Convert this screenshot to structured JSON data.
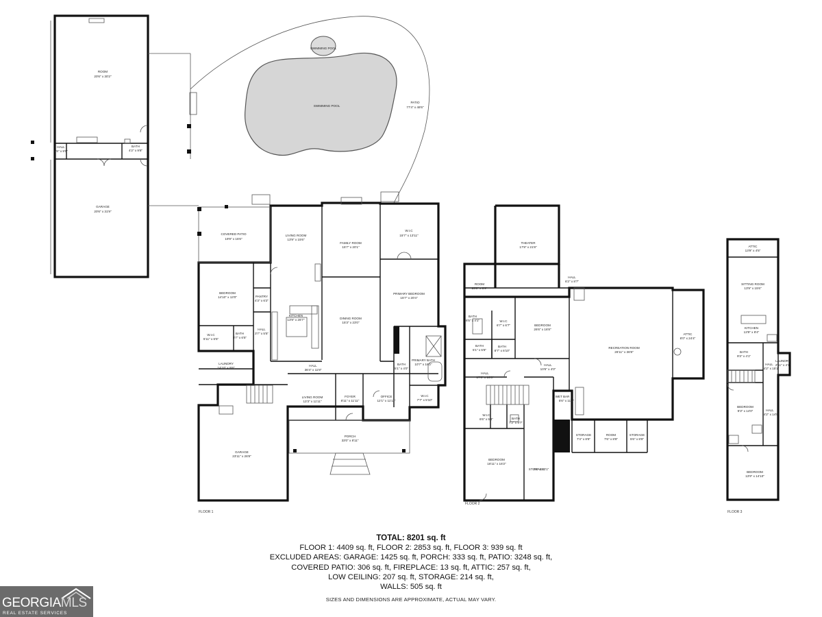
{
  "rooms_detached": {
    "room": {
      "name": "ROOM",
      "dims": "20'6\" x 30'2\""
    },
    "hall": {
      "name": "HALL",
      "dims": "4'6\" x 9'9\""
    },
    "bath": {
      "name": "BATH",
      "dims": "4'2\" x 9'8\""
    },
    "garage": {
      "name": "GARAGE",
      "dims": "20'6\" x 31'9\""
    }
  },
  "rooms_outdoor": {
    "pool_spa": {
      "name": "SWIMMING POOL"
    },
    "pool_main": {
      "name": "SWIMMING POOL"
    },
    "patio": {
      "name": "PATIO",
      "dims": "77'4\" x 48'6\""
    }
  },
  "floor1": {
    "label": "FLOOR 1",
    "covered_patio": {
      "name": "COVERED PATIO",
      "dims": "19'9\" x 15'6\""
    },
    "living_room": {
      "name": "LIVING ROOM",
      "dims": "13'9\" x 15'6\""
    },
    "family_room": {
      "name": "FAMILY ROOM",
      "dims": "15'7\" x 20'1\""
    },
    "wic_top": {
      "name": "W.I.C",
      "dims": "15'7\" x 13'11\""
    },
    "bedroom": {
      "name": "BEDROOM",
      "dims": "14'10\" x 13'0\""
    },
    "pantry": {
      "name": "PANTRY",
      "dims": "4'3\" x 6'2\""
    },
    "kitchen": {
      "name": "KITCHEN",
      "dims": "13'9\" x 26'7\""
    },
    "dining_room": {
      "name": "DINING ROOM",
      "dims": "15'3\" x 23'0\""
    },
    "primary_bedroom": {
      "name": "PRIMARY BEDROOM",
      "dims": "15'7\" x 20'4\""
    },
    "wic_bed": {
      "name": "W.I.C",
      "dims": "5'11\" x 6'5\""
    },
    "bath_bed": {
      "name": "BATH",
      "dims": "8'7\" x 6'5\""
    },
    "hall_small": {
      "name": "HALL",
      "dims": "3'7\" x 5'5\""
    },
    "laundry": {
      "name": "LAUNDRY",
      "dims": "14'10\" x 9'8\""
    },
    "hall": {
      "name": "HALL",
      "dims": "36'4\" x 11'8\""
    },
    "bath_right": {
      "name": "BATH",
      "dims": "5'1\" x 4'0\""
    },
    "primary_bath": {
      "name": "PRIMARY BATH",
      "dims": "10'7\" x 16'2\""
    },
    "living_room2": {
      "name": "LIVING ROOM",
      "dims": "13'3\" x 11'11\""
    },
    "foyer": {
      "name": "FOYER",
      "dims": "8'11\" x 11'11\""
    },
    "office": {
      "name": "OFFICE",
      "dims": "12'1\" x 11'11\""
    },
    "wic_right": {
      "name": "W.I.C",
      "dims": "7'7\" x 5'10\""
    },
    "porch": {
      "name": "PORCH",
      "dims": "33'0\" x 8'11\""
    },
    "garage": {
      "name": "GARAGE",
      "dims": "23'11\" x 26'8\""
    }
  },
  "floor2": {
    "label": "FLOOR 2",
    "theater": {
      "name": "THEATER",
      "dims": "17'8\" x 21'8\""
    },
    "room_top": {
      "name": "ROOM",
      "dims": "23'0\" x 8'9\""
    },
    "hall_top": {
      "name": "HALL",
      "dims": "6'2\" x 8'7\""
    },
    "bath1": {
      "name": "BATH",
      "dims": "6'5\" x 4'1\""
    },
    "wic1": {
      "name": "W.I.C",
      "dims": "6'7\" x 6'7\""
    },
    "bedroom_top": {
      "name": "BEDROOM",
      "dims": "26'6\" x 16'8\""
    },
    "bath2": {
      "name": "BATH",
      "dims": "5'1\" x 5'8\""
    },
    "bath3": {
      "name": "BATH",
      "dims": "8'7\" x 6'10\""
    },
    "recreation": {
      "name": "RECREATION ROOM",
      "dims": "26'11\" x 36'8\""
    },
    "attic": {
      "name": "ATTIC",
      "dims": "8'0\" x 24'4\""
    },
    "hall_left": {
      "name": "HALL",
      "dims": "17'6\" x 16'3\""
    },
    "hall_mid": {
      "name": "HALL",
      "dims": "10'6\" x 4'0\""
    },
    "wet_bar": {
      "name": "WET BAR",
      "dims": "5'6\" x 11'1\""
    },
    "wic2": {
      "name": "W.I.C",
      "dims": "6'6\" x 5'4\""
    },
    "bath4": {
      "name": "BATH",
      "dims": "7'2\" x 9'7\""
    },
    "storage1": {
      "name": "STORAGE",
      "dims": "7'4\" x 8'8\""
    },
    "room_small": {
      "name": "ROOM",
      "dims": "7'6\" x 8'8\""
    },
    "storage2": {
      "name": "STORAGE",
      "dims": "5'6\" x 8'8\""
    },
    "bedroom_bottom": {
      "name": "BEDROOM",
      "dims": "16'11\" x 16'2\""
    },
    "storage3": {
      "name": "STORAGE",
      "dims": "7'8\" x 33'1\""
    }
  },
  "floor3": {
    "label": "FLOOR 3",
    "attic": {
      "name": "ATTIC",
      "dims": "13'9\" x 4'5\""
    },
    "sitting": {
      "name": "SITTING ROOM",
      "dims": "13'9\" x 15'6\""
    },
    "kitchen": {
      "name": "KITCHEN",
      "dims": "13'9\" x 8'4\""
    },
    "bath": {
      "name": "BATH",
      "dims": "9'3\" x 4'1\""
    },
    "hall1": {
      "name": "HALL",
      "dims": "4'2\" x 15'1\""
    },
    "laundry": {
      "name": "LAUNDRY",
      "dims": "2'11\" x 4'1\""
    },
    "bedroom1": {
      "name": "BEDROOM",
      "dims": "9'3\" x 14'0\""
    },
    "hall2": {
      "name": "HALL",
      "dims": "4'2\" x 14'9\""
    },
    "bedroom2": {
      "name": "BEDROOM",
      "dims": "13'9\" x 14'10\""
    }
  },
  "summary": {
    "total": "TOTAL: 8201 sq. ft",
    "line1": "FLOOR 1: 4409 sq. ft, FLOOR 2: 2853 sq. ft, FLOOR 3: 939 sq. ft",
    "line2": "EXCLUDED AREAS: GARAGE: 1425 sq. ft, PORCH: 333 sq. ft, PATIO: 3248 sq. ft,",
    "line3": "COVERED PATIO: 306 sq. ft, FIREPLACE: 13 sq. ft, ATTIC: 257 sq. ft,",
    "line4": "LOW CEILING: 207 sq. ft, STORAGE: 214 sq. ft,",
    "line5": "WALLS: 505 sq. ft",
    "disclaimer": "SIZES AND DIMENSIONS ARE APPROXIMATE, ACTUAL MAY VARY."
  },
  "logo": {
    "brand_bold": "GEORGIA",
    "brand_light": "MLS",
    "tagline": "REAL ESTATE SERVICES"
  }
}
